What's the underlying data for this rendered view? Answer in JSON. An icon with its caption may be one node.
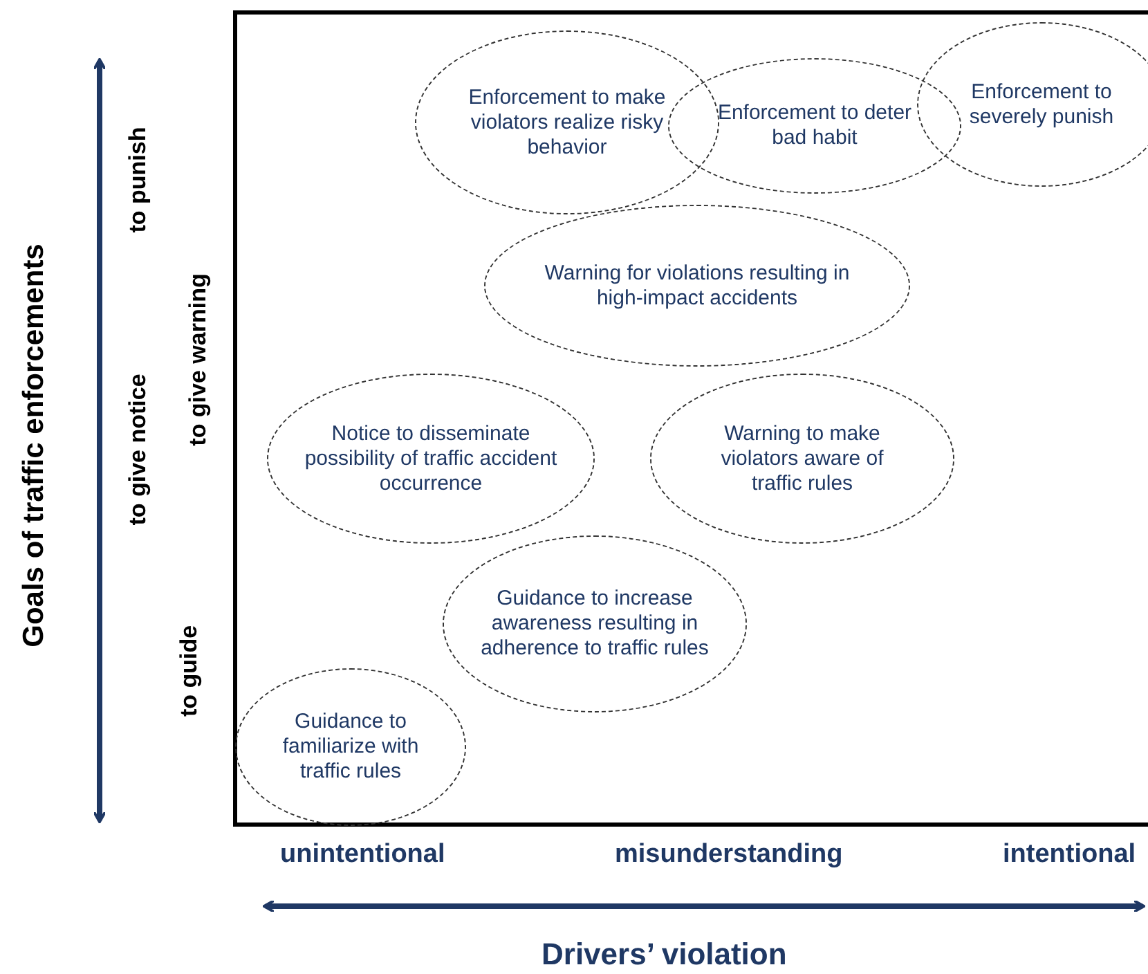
{
  "diagram": {
    "nodes": [
      {
        "text": [
          "Enforcement to make violators realize risky behavior"
        ]
      },
      {
        "text": [
          "Enforcement to deter bad habit"
        ]
      },
      {
        "text": [
          "Enforcement to severely punish"
        ]
      },
      {
        "text": [
          "Warning for violations resulting in high-impact accidents"
        ]
      },
      {
        "text": [
          "Notice to disseminate possibility of  traffic accident occurrence"
        ]
      },
      {
        "text": [
          "Warning to make violators aware of traffic rules"
        ]
      },
      {
        "text": [
          "Guidance to increase awareness resulting in adherence to traffic rules"
        ]
      },
      {
        "text": [
          "Guidance to familiarize with traffic rules"
        ]
      }
    ],
    "edges": [],
    "labels": [
      "Goals of traffic enforcements",
      "to punish",
      "to give warning",
      "to give notice",
      "to guide",
      "unintentional",
      "misunderstanding",
      "intentional",
      "Drivers’ violation"
    ]
  }
}
